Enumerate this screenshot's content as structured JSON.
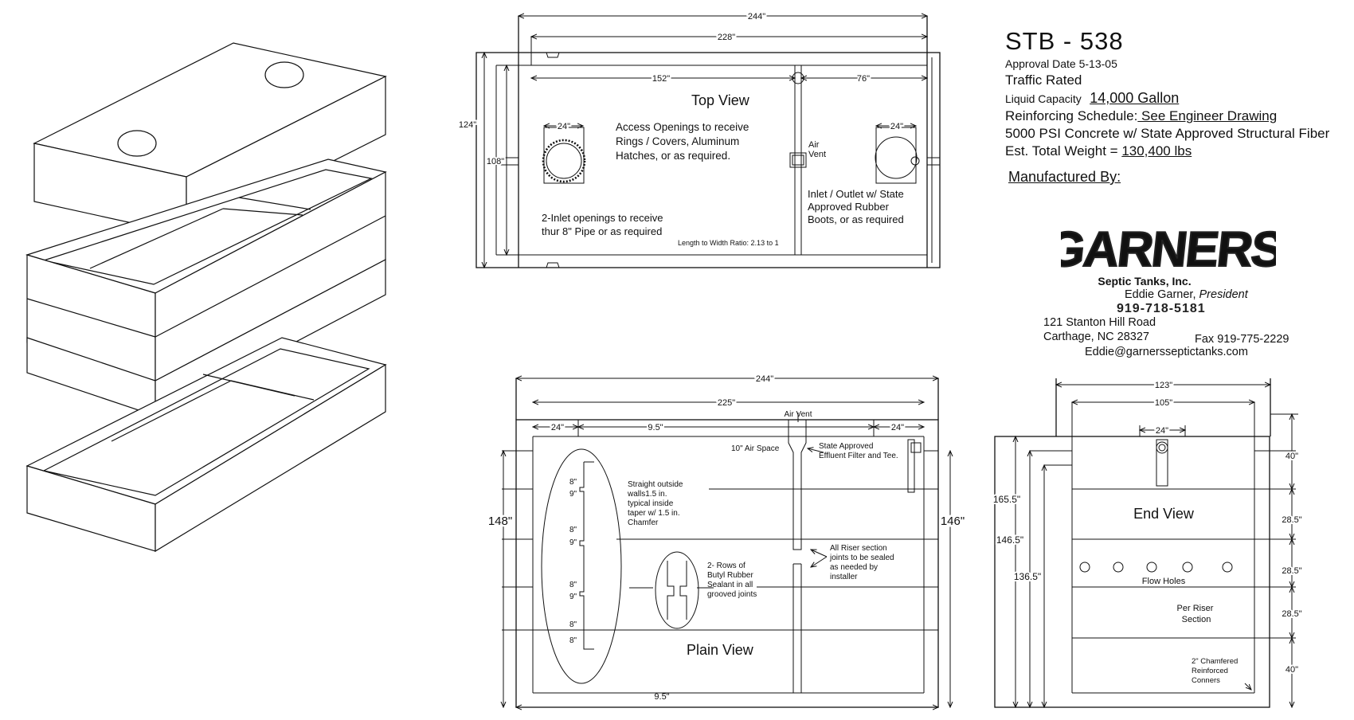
{
  "top_view": {
    "title": "Top View",
    "dim_overall": "244\"",
    "dim_inner": "228\"",
    "dim_left_section": "152\"",
    "dim_right_section": "76\"",
    "dim_height_outer": "124\"",
    "dim_height_inner": "108\"",
    "dim_opening_left": "24\"",
    "dim_opening_right": "24\"",
    "access_note": [
      "Access Openings to receive",
      "Rings / Covers, Aluminum",
      "Hatches, or as required."
    ],
    "air_vent": [
      "Air",
      "Vent"
    ],
    "inlet_note": [
      "2-Inlet openings to receive",
      "thur 8\" Pipe or as required"
    ],
    "outlet_note": [
      "Inlet / Outlet w/ State",
      "Approved Rubber",
      "Boots,  or as required"
    ],
    "ratio_note": "Length to Width Ratio: 2.13 to 1"
  },
  "plain_view": {
    "title": "Plain View",
    "dim_overall": "244\"",
    "dim_inner": "225\"",
    "dim_left_opening": "24\"",
    "dim_offset": "9.5\"",
    "dim_right_opening": "24\"",
    "dim_bottom": "9.5\"",
    "dim_left_height": "148\"",
    "dim_right_height": "146\"",
    "air_vent": "Air Vent",
    "air_space": "10\" Air Space",
    "filter_note": [
      "State Approved",
      "Effluent Filter and Tee."
    ],
    "wall_note": [
      "Straight outside",
      "walls1.5 in.",
      "typical inside",
      "taper w/ 1.5 in.",
      "Chamfer"
    ],
    "riser_note": [
      "All Riser section",
      "joints to be sealed",
      "as needed by",
      "installer"
    ],
    "sealant_note": [
      "2- Rows of",
      "Butyl Rubber",
      "Sealant in all",
      "grooved joints"
    ],
    "joint_dims": [
      "8\"",
      "9\"",
      "8\"",
      "9\"",
      "8\"",
      "9\"",
      "8\"",
      "8\""
    ]
  },
  "end_view": {
    "title": "End View",
    "dim_overall": "123\"",
    "dim_inner": "105\"",
    "dim_opening": "24\"",
    "dim_165": "165.5\"",
    "dim_146": "146.5\"",
    "dim_136": "136.5\"",
    "dim_right": [
      "40\"",
      "28.5\"",
      "28.5\"",
      "28.5\"",
      "40\""
    ],
    "flow_holes": "Flow Holes",
    "per_riser": [
      "Per Riser",
      "Section"
    ],
    "chamfer_note": [
      "2\" Chamfered",
      "Reinforced",
      "Conners"
    ]
  },
  "info": {
    "model": "STB - 538",
    "approval": "Approval Date 5-13-05",
    "traffic": "Traffic Rated",
    "capacity_label": "Liquid Capacity",
    "capacity_value": "14,000 Gallon",
    "reinforcing_label": "Reinforcing Schedule:",
    "reinforcing_value": " See Engineer Drawing",
    "concrete": "5000 PSI Concrete w/ State Approved Structural Fiber",
    "weight_label": "Est. Total Weight = ",
    "weight_value": "130,400 lbs",
    "manufactured_by": "Manufactured By:"
  },
  "company": {
    "logo_text": "GARNERS",
    "logo_subtitle": "Septic Tanks, Inc.",
    "contact_name": "Eddie Garner, ",
    "contact_role": "President",
    "phone": "919-718-5181",
    "street": "121 Stanton Hill Road",
    "city": "Carthage, NC 28327",
    "fax": "Fax 919-775-2229",
    "email": "Eddie@garnersseptictanks.com"
  }
}
